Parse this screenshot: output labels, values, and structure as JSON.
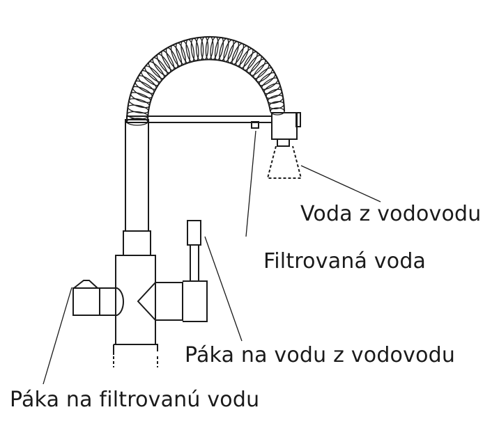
{
  "labels": {
    "mains_water": "Voda z vodovodu",
    "filtered_water": "Filtrovaná voda",
    "mains_lever": "Páka na vodu z vodovodu",
    "filter_lever": "Páka na filtrovanú vodu"
  },
  "colors": {
    "line": "#1a1a1a",
    "text": "#1a1a1a",
    "background": "#ffffff"
  }
}
